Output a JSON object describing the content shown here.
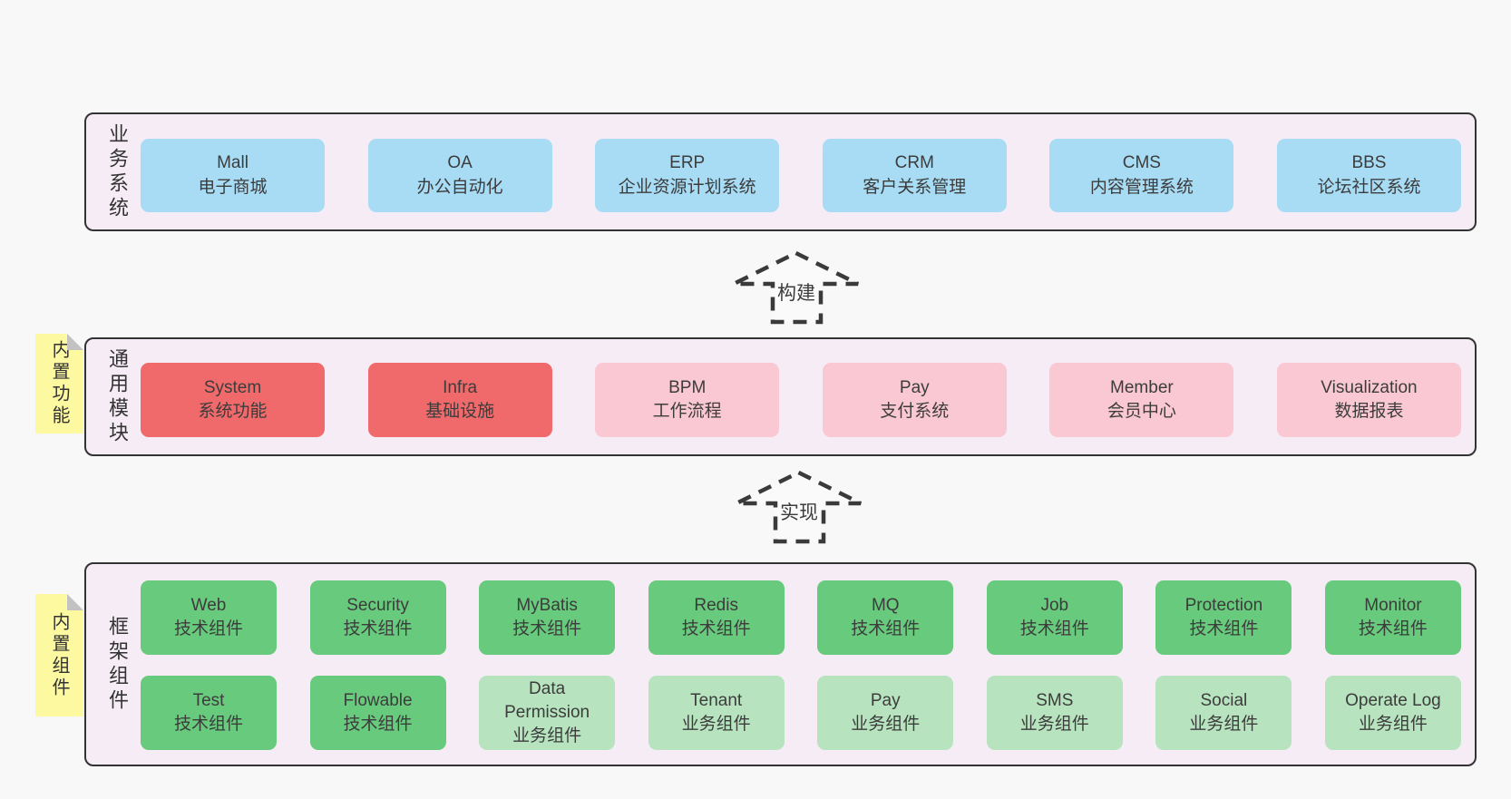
{
  "colors": {
    "page_bg": "#f8f8f8",
    "band_bg": "#f6ecf5",
    "band_border": "#333333",
    "blue": "#a8dcf5",
    "red": "#f06a6b",
    "pink": "#f9c8d2",
    "green": "#68ca7c",
    "green_light": "#b7e4bf",
    "yellow": "#fcf9a1",
    "fold": "#c2c2c2",
    "text": "#3c3c3c"
  },
  "bands": {
    "business": {
      "label": "业务系统",
      "boxes": [
        {
          "name": "Mall",
          "sub": "电子商城",
          "type": "blue"
        },
        {
          "name": "OA",
          "sub": "办公自动化",
          "type": "blue"
        },
        {
          "name": "ERP",
          "sub": "企业资源计划系统",
          "type": "blue"
        },
        {
          "name": "CRM",
          "sub": "客户关系管理",
          "type": "blue"
        },
        {
          "name": "CMS",
          "sub": "内容管理系统",
          "type": "blue"
        },
        {
          "name": "BBS",
          "sub": "论坛社区系统",
          "type": "blue"
        }
      ]
    },
    "modules": {
      "label": "通用模块",
      "sticky": "内置功能",
      "boxes": [
        {
          "name": "System",
          "sub": "系统功能",
          "type": "red"
        },
        {
          "name": "Infra",
          "sub": "基础设施",
          "type": "red"
        },
        {
          "name": "BPM",
          "sub": "工作流程",
          "type": "pink"
        },
        {
          "name": "Pay",
          "sub": "支付系统",
          "type": "pink"
        },
        {
          "name": "Member",
          "sub": "会员中心",
          "type": "pink"
        },
        {
          "name": "Visualization",
          "sub": "数据报表",
          "type": "pink"
        }
      ]
    },
    "components": {
      "label": "框架组件",
      "sticky": "内置组件",
      "rows": [
        [
          {
            "name": "Web",
            "sub": "技术组件",
            "type": "green"
          },
          {
            "name": "Security",
            "sub": "技术组件",
            "type": "green"
          },
          {
            "name": "MyBatis",
            "sub": "技术组件",
            "type": "green"
          },
          {
            "name": "Redis",
            "sub": "技术组件",
            "type": "green"
          },
          {
            "name": "MQ",
            "sub": "技术组件",
            "type": "green"
          },
          {
            "name": "Job",
            "sub": "技术组件",
            "type": "green"
          },
          {
            "name": "Protection",
            "sub": "技术组件",
            "type": "green"
          },
          {
            "name": "Monitor",
            "sub": "技术组件",
            "type": "green"
          }
        ],
        [
          {
            "name": "Test",
            "sub": "技术组件",
            "type": "green"
          },
          {
            "name": "Flowable",
            "sub": "技术组件",
            "type": "green"
          },
          {
            "name": "Data Permission",
            "sub": "业务组件",
            "type": "green_light"
          },
          {
            "name": "Tenant",
            "sub": "业务组件",
            "type": "green_light"
          },
          {
            "name": "Pay",
            "sub": "业务组件",
            "type": "green_light"
          },
          {
            "name": "SMS",
            "sub": "业务组件",
            "type": "green_light"
          },
          {
            "name": "Social",
            "sub": "业务组件",
            "type": "green_light"
          },
          {
            "name": "Operate Log",
            "sub": "业务组件",
            "type": "green_light"
          }
        ]
      ]
    }
  },
  "arrows": [
    {
      "label": "构建"
    },
    {
      "label": "实现"
    }
  ]
}
